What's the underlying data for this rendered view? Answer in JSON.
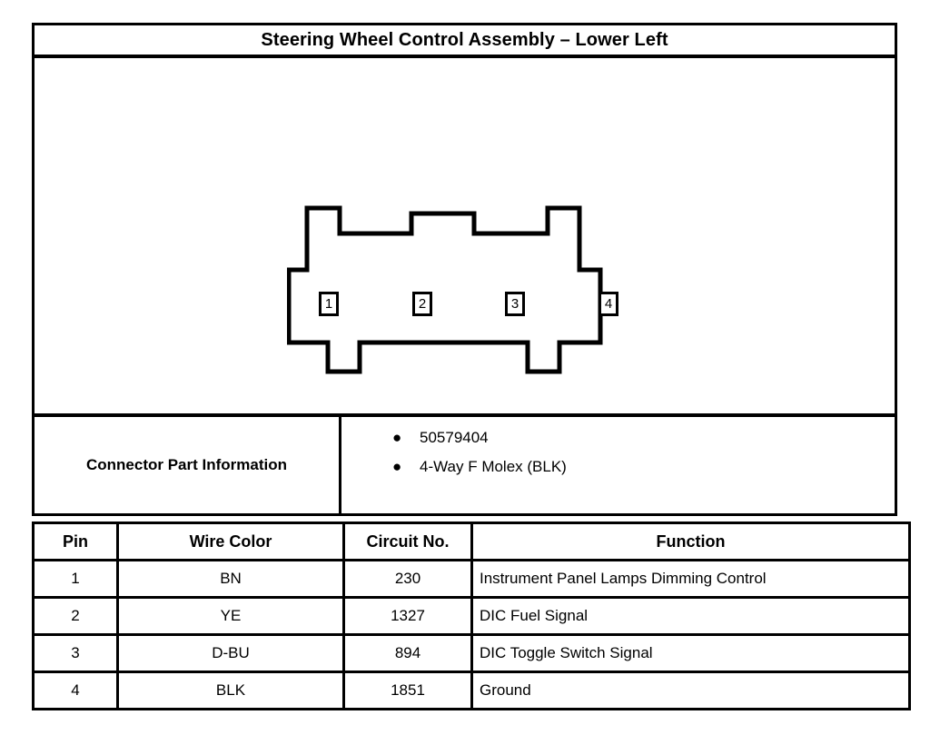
{
  "sheet": {
    "title": "Steering Wheel Control Assembly – Lower Left"
  },
  "connector_diagram": {
    "pins": [
      {
        "number": "1"
      },
      {
        "number": "2"
      },
      {
        "number": "3"
      },
      {
        "number": "4"
      }
    ]
  },
  "part_information": {
    "label": "Connector Part Information",
    "bullet_glyph": "●",
    "items": [
      "50579404",
      "4-Way F Molex (BLK)"
    ]
  },
  "pin_table": {
    "headers": [
      "Pin",
      "Wire Color",
      "Circuit No.",
      "Function"
    ],
    "rows": [
      {
        "pin": "1",
        "wire_color": "BN",
        "circuit_no": "230",
        "function": "Instrument Panel Lamps Dimming Control"
      },
      {
        "pin": "2",
        "wire_color": "YE",
        "circuit_no": "1327",
        "function": "DIC Fuel Signal"
      },
      {
        "pin": "3",
        "wire_color": "D-BU",
        "circuit_no": "894",
        "function": "DIC Toggle Switch Signal"
      },
      {
        "pin": "4",
        "wire_color": "BLK",
        "circuit_no": "1851",
        "function": "Ground"
      }
    ]
  },
  "colors": {
    "line": "#000000",
    "background": "#ffffff"
  }
}
